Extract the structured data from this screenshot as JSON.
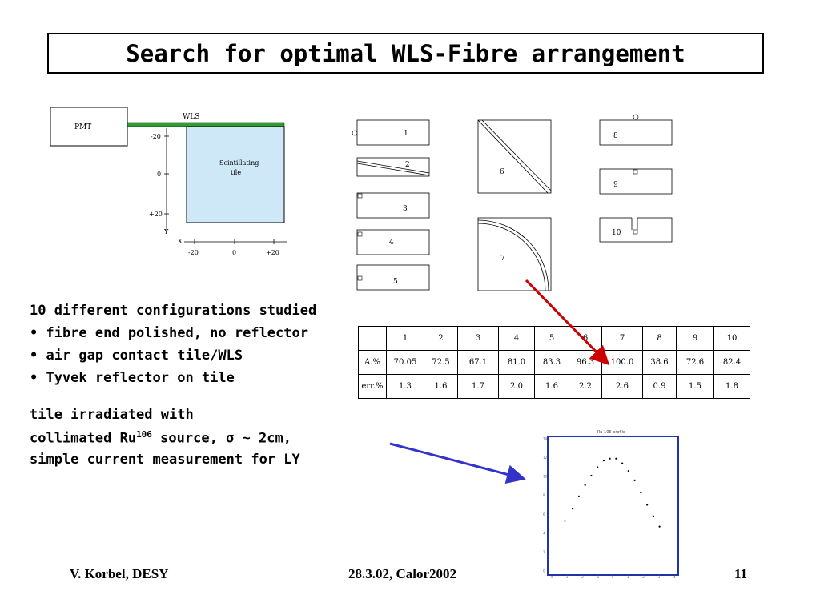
{
  "title": "Search for optimal WLS-Fibre arrangement",
  "left_diagram": {
    "pmt_label": "PMT",
    "wls_label": "WLS",
    "tile_label_line1": "Scintillating",
    "tile_label_line2": "tile",
    "y_ticks": [
      "-20",
      "0",
      "+20"
    ],
    "y_axis_label": "Y",
    "x_axis_label": "X",
    "x_ticks": [
      "-20",
      "0",
      "+20"
    ],
    "tile_color": "#cfe8f8",
    "wls_color": "#2ca02c"
  },
  "config_labels": [
    "1",
    "2",
    "3",
    "4",
    "5",
    "6",
    "7",
    "8",
    "9",
    "10"
  ],
  "bullets": {
    "line1": "10 different configurations studied",
    "line2": "• fibre end polished, no reflector",
    "line3": "• air gap contact tile/WLS",
    "line4": "• Tyvek reflector on tile",
    "line5": "tile irradiated with",
    "line6_a": "collimated Ru",
    "line6_sup": "106",
    "line6_b": " source, σ ~ 2cm,",
    "line7": "simple current measurement for LY"
  },
  "table": {
    "header": [
      "",
      "1",
      "2",
      "3",
      "4",
      "5",
      "6",
      "7",
      "8",
      "9",
      "10"
    ],
    "rows": [
      [
        "A.%",
        "70.05",
        "72.5",
        "67.1",
        "81.0",
        "83.3",
        "96.3",
        "100.0",
        "38.6",
        "72.6",
        "82.4"
      ],
      [
        "err.%",
        "1.3",
        "1.6",
        "1.7",
        "2.0",
        "1.6",
        "2.2",
        "2.6",
        "0.9",
        "1.5",
        "1.8"
      ]
    ]
  },
  "arrows": {
    "red": "#cc0000",
    "blue": "#3333cc"
  },
  "chart_data": {
    "type": "scatter",
    "title": "Ru 106 profile",
    "ylabel": "",
    "xlabel": "",
    "ylim": [
      0,
      14
    ],
    "xlim": [
      -4,
      4
    ],
    "y_ticks": [
      "0",
      "2",
      "4",
      "6",
      "8",
      "10",
      "12",
      "14"
    ],
    "x_ticks": [
      "-4",
      "-3",
      "-2",
      "-1",
      "0",
      "1",
      "2",
      "3",
      "4"
    ],
    "x": [
      -3.1,
      -2.6,
      -2.2,
      -1.8,
      -1.4,
      -1.0,
      -0.6,
      -0.2,
      0.2,
      0.6,
      1.0,
      1.4,
      1.8,
      2.2,
      2.6,
      3.0
    ],
    "y": [
      5.3,
      6.6,
      7.9,
      9.1,
      10.1,
      11.0,
      11.7,
      11.9,
      11.9,
      11.4,
      10.6,
      9.6,
      8.3,
      7.0,
      5.8,
      4.7
    ],
    "frame_color": "#2233aa"
  },
  "footer": {
    "author": "V. Korbel, DESY",
    "event": "28.3.02, Calor2002",
    "page": "11"
  }
}
